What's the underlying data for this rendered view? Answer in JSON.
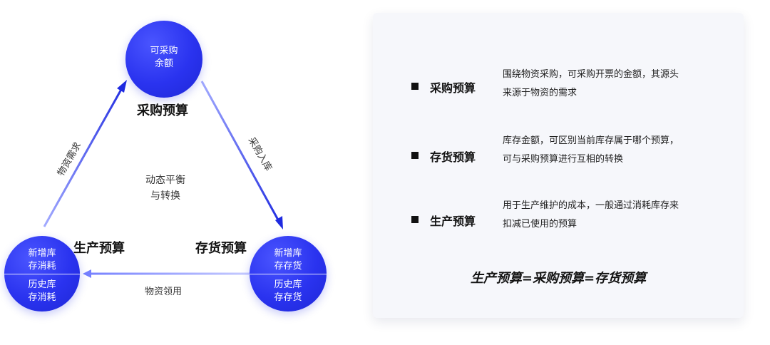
{
  "diagram": {
    "nodes": {
      "top": {
        "title": "采购预算",
        "inner": [
          "可采购",
          "余额"
        ]
      },
      "left": {
        "title": "生产预算",
        "upper": [
          "新增库",
          "存消耗"
        ],
        "lower": [
          "历史库",
          "存消耗"
        ]
      },
      "right": {
        "title": "存货预算",
        "upper": [
          "新增库",
          "存存货"
        ],
        "lower": [
          "历史库",
          "存存货"
        ]
      }
    },
    "edges": {
      "left_to_top": "物资需求",
      "top_to_right": "采购入库",
      "right_to_left": "物资领用"
    },
    "center": [
      "动态平衡",
      "与转换"
    ]
  },
  "panel": {
    "rows": [
      {
        "title": "采购预算",
        "lines": [
          "围绕物资采购，可采购开票的金额，其源头",
          "来源于物资的需求"
        ]
      },
      {
        "title": "存货预算",
        "lines": [
          "库存金额，可区别当前库存属于哪个预算，",
          "可与采购预算进行互相的转换"
        ]
      },
      {
        "title": "生产预算",
        "lines": [
          "用于生产维护的成本，一般通过消耗库存来",
          "扣减已使用的预算"
        ]
      }
    ],
    "formula": "生产预算=采购预算=存货预算"
  },
  "colors": {
    "node_blue": "#2a33ef",
    "arrow_blue": "#1e2ae0",
    "arrow_light": "#a9b0ff",
    "card_bg": "#f6f7fb"
  }
}
